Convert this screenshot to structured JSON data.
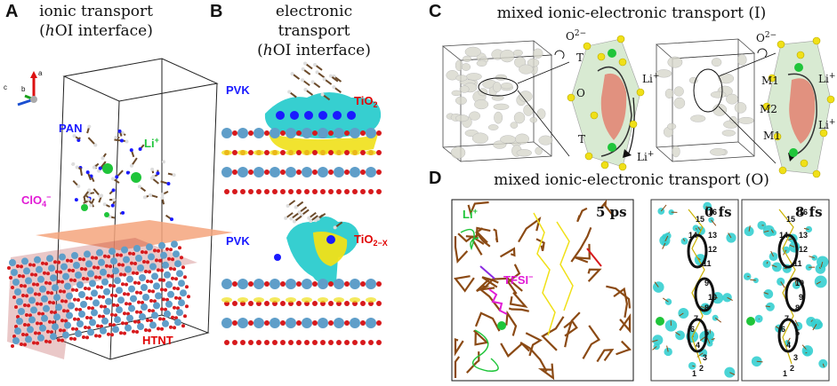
{
  "panelA": {
    "letter": "A",
    "title_line1": "ionic transport",
    "title_line2_prefix": "h",
    "title_line2_rest": "OI interface)",
    "title_line2_open": "(",
    "axis_a": "a",
    "axis_b": "b",
    "axis_c": "c",
    "pan": "PAN",
    "li": "Li",
    "li_sup": "+",
    "clo": "ClO",
    "clo_sub": "4",
    "clo_sup": "−",
    "htnt": "HTNT"
  },
  "panelB": {
    "letter": "B",
    "title_line1": "electronic transport",
    "title_line2_open": "(",
    "title_line2_prefix": "h",
    "title_line2_rest": "OI interface)",
    "pvk_top": "PVK",
    "tio2_top": "TiO",
    "tio2_sub": "2",
    "pvk_bottom": "PVK",
    "tio2x_bottom": "TiO",
    "tio2x_sub": "2−X"
  },
  "panelC": {
    "letter": "C",
    "title": "mixed ionic-electronic transport (I)",
    "left": {
      "o2": "O",
      "o2_sup": "2−",
      "t1": "T",
      "o": "O",
      "li1": "Li",
      "li1_sup": "+",
      "t2": "T",
      "li2": "Li",
      "li2_sup": "+"
    },
    "right": {
      "o2": "O",
      "o2_sup": "2−",
      "m1a": "M1",
      "li1": "Li",
      "li1_sup": "+",
      "m2": "M2",
      "m1b": "M1",
      "li2": "Li",
      "li2_sup": "+"
    }
  },
  "panelD": {
    "letter": "D",
    "title": "mixed ionic-electronic transport (O)",
    "li": "Li",
    "li_sup": "+",
    "tfsi": "TFSI",
    "tfsi_sup": "−",
    "time1": "5 ps",
    "time2": "0 fs",
    "time3": "8 fs",
    "nums_mid": [
      "16",
      "15",
      "14",
      "13",
      "12",
      "11",
      "9",
      "10",
      "8",
      "7",
      "6",
      "5",
      "4",
      "3",
      "2",
      "1"
    ],
    "nums_right": [
      "16",
      "15",
      "14",
      "13",
      "12",
      "11",
      "10",
      "9",
      "8",
      "7",
      "6",
      "5",
      "4",
      "3",
      "2",
      "1"
    ]
  },
  "colors": {
    "tio_blue": "#5f9ec9",
    "oxygen_red": "#d7191c",
    "cyan": "#36cfd0",
    "yellow": "#f0e018",
    "brown": "#8b4a14",
    "green": "#1fc53a",
    "magenta": "#e11ad5",
    "orange": "#f4a57c",
    "pan_blue": "#1a1aff",
    "htnt_red": "#e00000"
  }
}
